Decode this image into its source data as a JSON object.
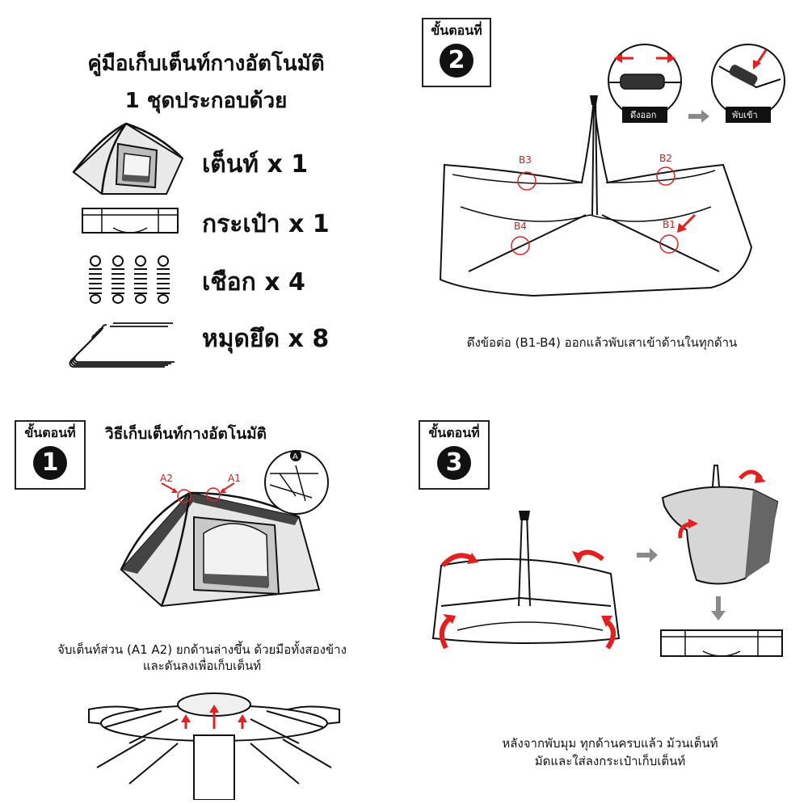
{
  "kit": {
    "title": "คู่มือเก็บเต็นท์กางอัตโนมัติ",
    "subtitle": "1 ชุดประกอบด้วย",
    "items": [
      {
        "label": "เต็นท์ x 1",
        "icon": "tent-icon"
      },
      {
        "label": "กระเป๋า x 1",
        "icon": "bag-icon"
      },
      {
        "label": "เชือก x 4",
        "icon": "rope-icon"
      },
      {
        "label": "หมุดยึด x 8",
        "icon": "peg-icon"
      }
    ]
  },
  "step1": {
    "step_label": "ขั้นตอนที่",
    "number": "1",
    "heading": "วิธีเก็บเต็นท์กางอัตโนมัติ",
    "callouts": [
      "A2",
      "A1"
    ],
    "inset_badge": "A",
    "caption_line1": "จับเต็นท์ส่วน (A1 A2) ยกด้านล่างขึ้น ด้วยมือทั้งสองข้าง",
    "caption_line2": "และดันลงเพื่อเก็บเต็นท์"
  },
  "step2": {
    "step_label": "ขั้นตอนที่",
    "number": "2",
    "pull_tag": "ดึงออก",
    "fold_tag": "พับเข้า",
    "callouts": [
      "B3",
      "B2",
      "B4",
      "B1"
    ],
    "caption": "ดึงข้อต่อ (B1-B4) ออกแล้วพับเสาเข้าด้านในทุกด้าน"
  },
  "step3": {
    "step_label": "ขั้นตอนที่",
    "number": "3",
    "caption_line1": "หลังจากพับมุม ทุกด้านครบแล้ว ม้วนเต็นท์",
    "caption_line2": "มัดและใส่ลงกระเป๋าเก็บเต็นท์"
  },
  "colors": {
    "accent": "#e61e1e",
    "ink": "#111111",
    "arrow_gray": "#8a8a8a"
  }
}
